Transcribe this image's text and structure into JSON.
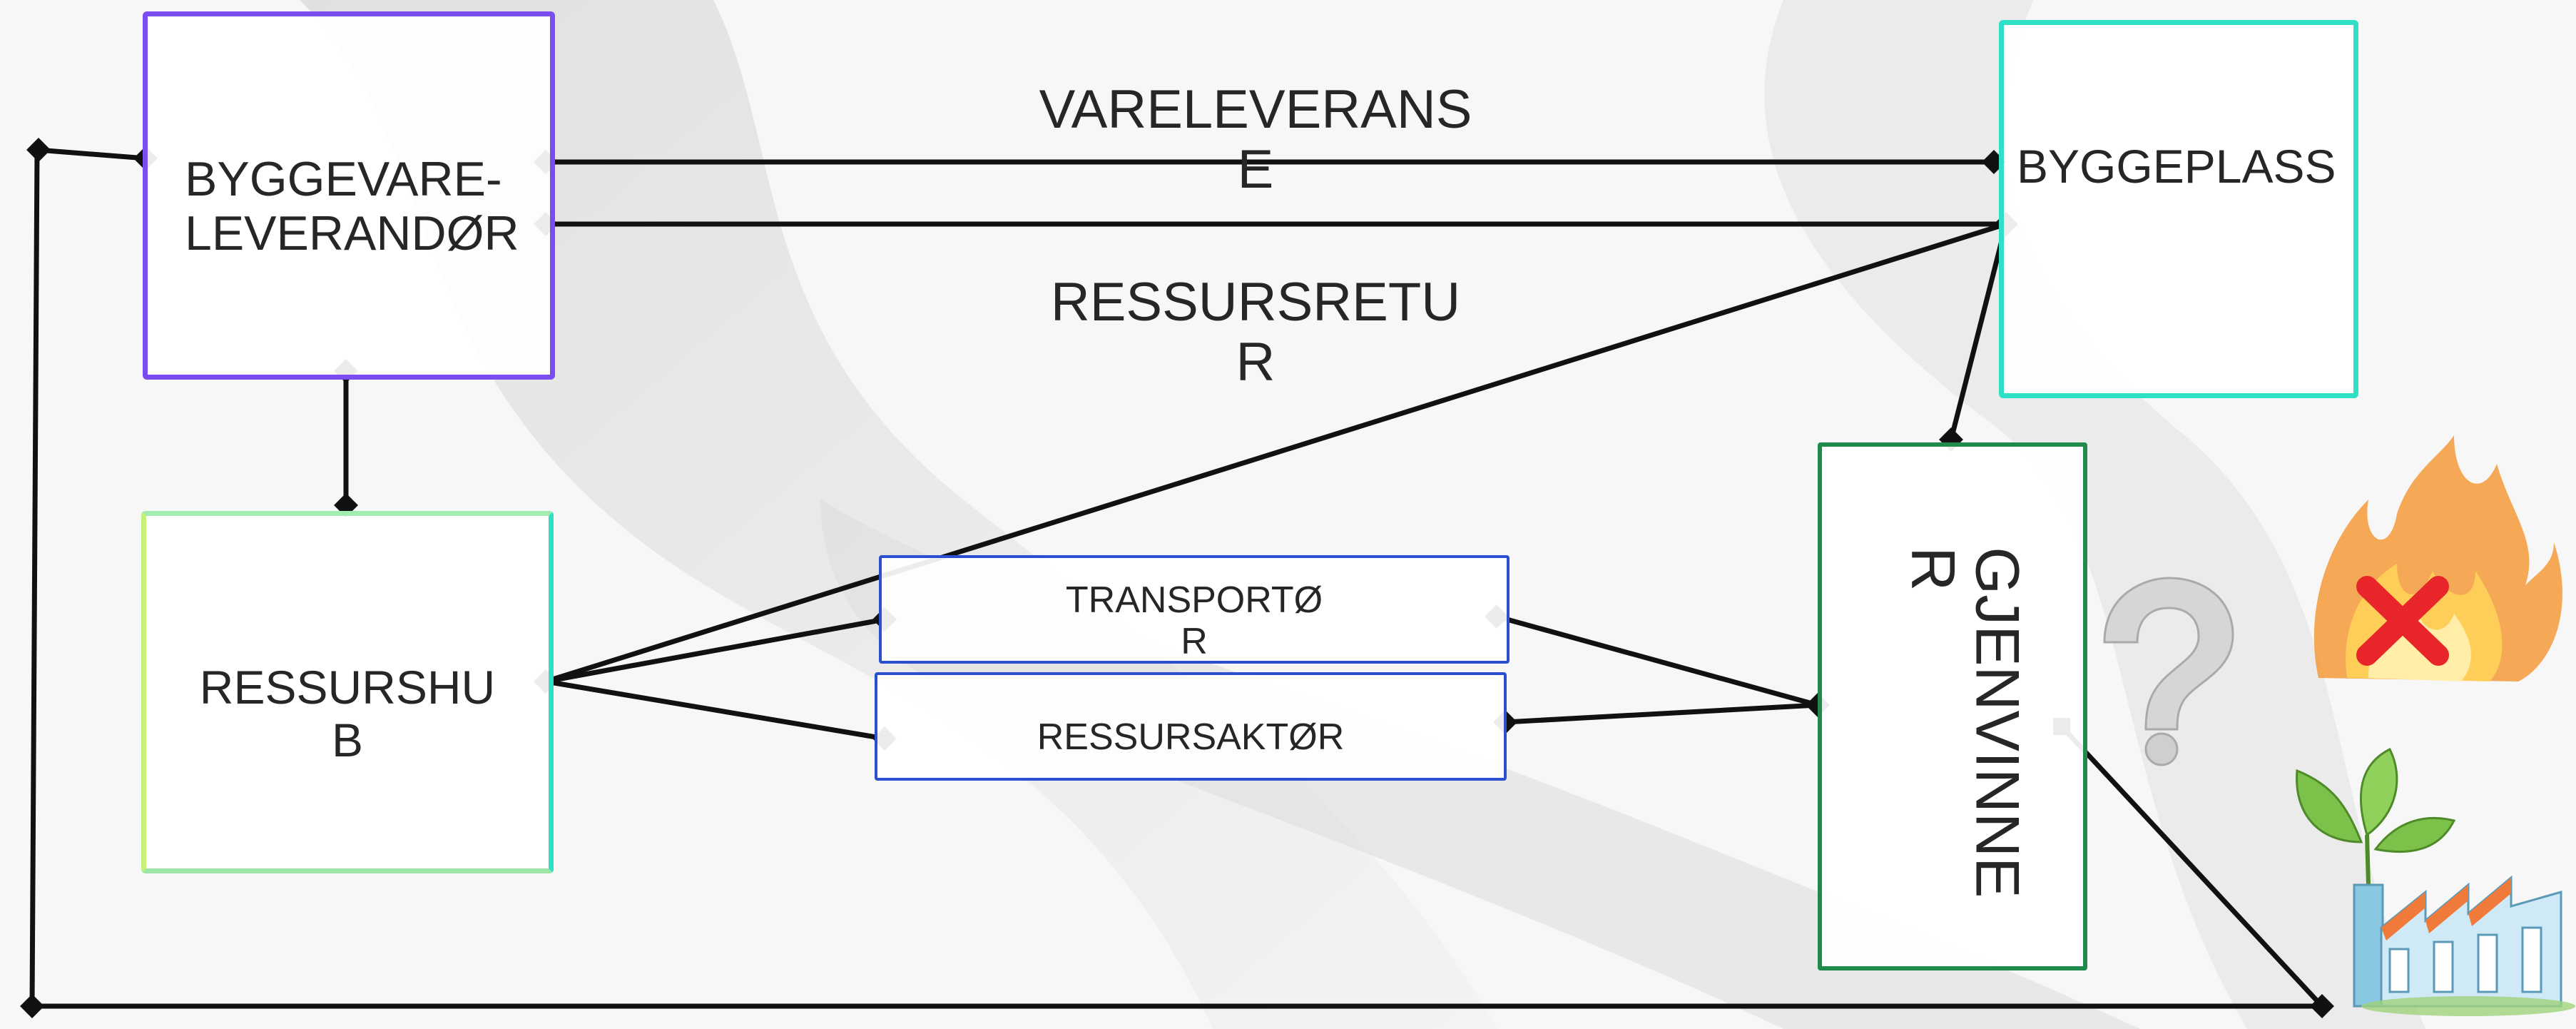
{
  "diagram": {
    "nodes": [
      {
        "id": "byggevare",
        "label": "BYGGEVARE-\nLEVERANDØR",
        "border": "#7a4df0"
      },
      {
        "id": "byggeplass",
        "label": "BYGGEPLASS",
        "border": "#2ee0c6"
      },
      {
        "id": "ressurshub",
        "label": "RESSURSHU\nB",
        "border": "#b8f08a"
      },
      {
        "id": "transportor",
        "label": "TRANSPORTØ\nR",
        "border": "#2a4fd0"
      },
      {
        "id": "ressursaktor",
        "label": "RESSURSAKTØR",
        "border": "#2a4fd0"
      },
      {
        "id": "gjenvinner",
        "label": "GJENVINNE\nR",
        "border": "#1f8a4c"
      }
    ],
    "edge_labels": [
      {
        "id": "vareleveranse",
        "text": "VARELEVERANS\nE"
      },
      {
        "id": "ressursretur",
        "text": "RESSURSRETU\nR"
      }
    ],
    "icons": [
      {
        "name": "fire-cross-icon",
        "meaning": "incineration"
      },
      {
        "name": "question-mark-icon",
        "meaning": "unknown"
      },
      {
        "name": "plant-factory-icon",
        "meaning": "industry"
      }
    ],
    "colors": {
      "line": "#111111",
      "byggevare": "#7a4df0",
      "byggeplass": "#2ee0c6",
      "gjenvinner": "#1f8a4c",
      "transport": "#2a4fd0"
    }
  }
}
